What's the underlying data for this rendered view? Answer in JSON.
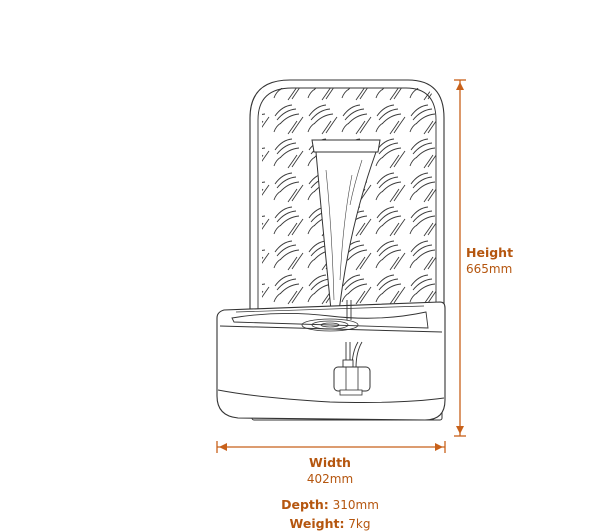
{
  "colors": {
    "accent": "#c8611a",
    "label_text": "#b5560f",
    "line_art": "#333333"
  },
  "dimensions": {
    "height": {
      "label": "Height",
      "value": "665mm"
    },
    "width": {
      "label": "Width",
      "value": "402mm"
    },
    "depth": {
      "label": "Depth:",
      "value": "310mm"
    },
    "weight": {
      "label": "Weight:",
      "value": "7kg"
    }
  },
  "illustration": {
    "subject": "fountain-line-drawing",
    "parts": [
      "decorative-leaf-panel",
      "water-spout",
      "water-stream",
      "basin",
      "submersible-pump",
      "plinth"
    ]
  }
}
